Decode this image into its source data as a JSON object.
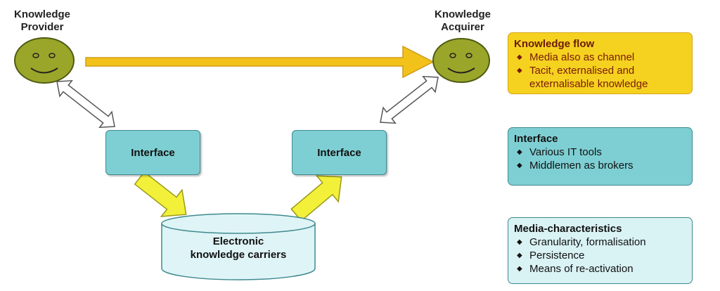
{
  "actors": {
    "provider": {
      "line1": "Knowledge",
      "line2": "Provider"
    },
    "acquirer": {
      "line1": "Knowledge",
      "line2": "Acquirer"
    }
  },
  "interfaces": {
    "left": "Interface",
    "right": "Interface"
  },
  "carrier": {
    "line1": "Electronic",
    "line2": "knowledge carriers"
  },
  "panels": {
    "knowledge_flow": {
      "title": "Knowledge flow",
      "items": [
        "Media also as channel",
        "Tacit, externalised and externalisable knowledge"
      ]
    },
    "interface": {
      "title": "Interface",
      "items": [
        "Various IT tools",
        "Middlemen as brokers"
      ]
    },
    "media": {
      "title": "Media-characteristics",
      "items": [
        "Granularity, formalisation",
        "Persistence",
        "Means of re-activation"
      ]
    }
  },
  "colors": {
    "smiley_fill": "#9aa62a",
    "flow_arrow": "#f2c21b",
    "yellow_arrow": "#f3f03a",
    "interface_fill": "#7ecfd3",
    "carrier_fill": "#dff4f6"
  },
  "icons": [
    "smiley-face-icon",
    "double-headed-arrow-icon",
    "flow-arrow-icon"
  ]
}
